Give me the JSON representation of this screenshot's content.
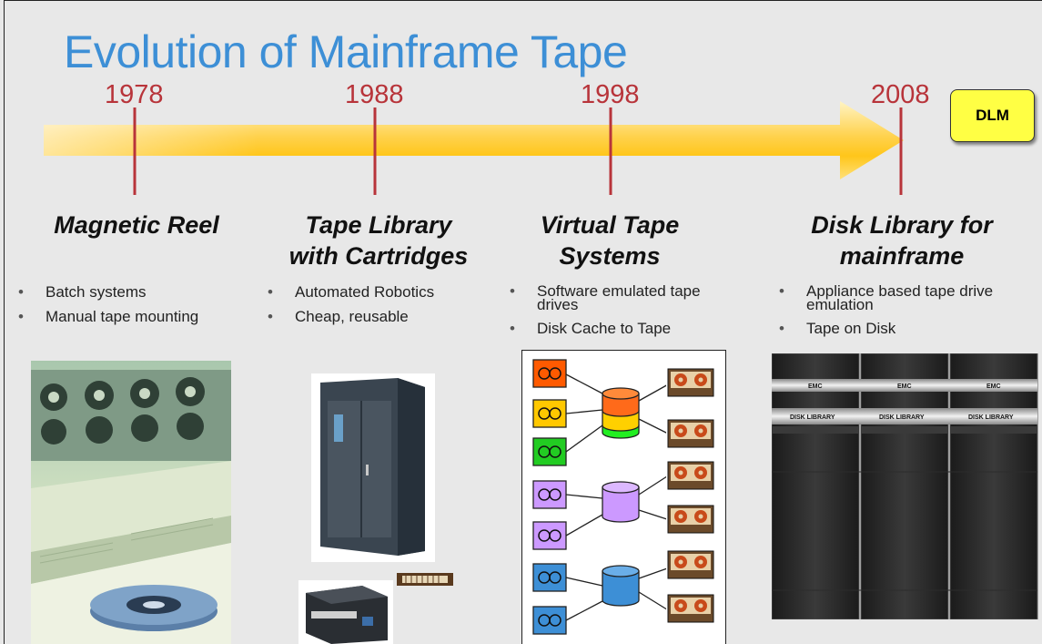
{
  "slide": {
    "title": "Evolution of Mainframe Tape",
    "badge": "DLM"
  },
  "timeline": {
    "years": [
      "1978",
      "1988",
      "1998",
      "2008"
    ]
  },
  "eras": [
    {
      "title_lines": [
        "Magnetic Reel"
      ],
      "bullets": [
        "Batch systems",
        "Manual tape mounting"
      ]
    },
    {
      "title_lines": [
        "Tape Library",
        "with Cartridges"
      ],
      "bullets": [
        "Automated Robotics",
        "Cheap, reusable"
      ]
    },
    {
      "title_lines": [
        "Virtual Tape",
        "Systems"
      ],
      "bullets": [
        "Software emulated tape drives",
        "Disk Cache to Tape"
      ]
    },
    {
      "title_lines": [
        "Disk Library for",
        "mainframe"
      ],
      "bullets": [
        "Appliance based tape drive emulation",
        "Tape on Disk"
      ]
    }
  ],
  "images": {
    "reel_photo": "magnetic-reel-photo",
    "library_photo": "tape-library-photo",
    "drive_photo": "tape-drive-photo",
    "cartridge_photo": "tape-cartridge-photo",
    "vts_diagram": "virtual-tape-diagram",
    "dlm_photo": "disk-library-photo",
    "rack_label": "EMC",
    "rack_strip": "DISK LIBRARY"
  },
  "colors": {
    "title": "#3d8fd6",
    "year": "#b8343a",
    "arrow": "#ffc000",
    "badge": "#ffff44"
  }
}
